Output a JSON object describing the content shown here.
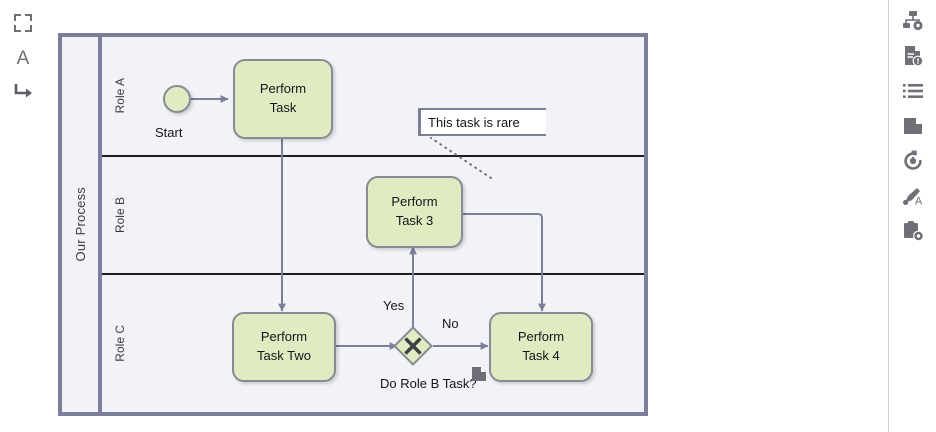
{
  "toolbar_left": {
    "items": [
      {
        "name": "fit-to-screen-icon",
        "label": "Fit to screen"
      },
      {
        "name": "text-tool-icon",
        "label": "Text"
      },
      {
        "name": "connector-tool-icon",
        "label": "Connector"
      }
    ]
  },
  "toolbar_right": {
    "items": [
      {
        "name": "process-settings-icon",
        "label": "Process settings"
      },
      {
        "name": "document-info-icon",
        "label": "Document info"
      },
      {
        "name": "list-icon",
        "label": "List"
      },
      {
        "name": "page-icon",
        "label": "Page"
      },
      {
        "name": "history-icon",
        "label": "History"
      },
      {
        "name": "annotate-icon",
        "label": "Annotate"
      },
      {
        "name": "clipboard-settings-icon",
        "label": "Clipboard settings"
      }
    ]
  },
  "diagram": {
    "type": "bpmn",
    "pool": {
      "name": "Our Process"
    },
    "lanes": [
      {
        "name": "Role A"
      },
      {
        "name": "Role B"
      },
      {
        "name": "Role C"
      }
    ],
    "nodes": [
      {
        "id": "start",
        "type": "start-event",
        "label": "Start",
        "lane": "Role A"
      },
      {
        "id": "task1",
        "type": "task",
        "line1": "Perform",
        "line2": "Task",
        "lane": "Role A"
      },
      {
        "id": "task3",
        "type": "task",
        "line1": "Perform",
        "line2": "Task 3",
        "lane": "Role B"
      },
      {
        "id": "task2",
        "type": "task",
        "line1": "Perform",
        "line2": "Task Two",
        "lane": "Role C"
      },
      {
        "id": "task4",
        "type": "task",
        "line1": "Perform",
        "line2": "Task 4",
        "lane": "Role C"
      },
      {
        "id": "gateway",
        "type": "exclusive-gateway",
        "label": "Do Role B Task?",
        "lane": "Role C"
      }
    ],
    "flows": [
      {
        "from": "start",
        "to": "task1",
        "label": ""
      },
      {
        "from": "task1",
        "to": "task2",
        "label": ""
      },
      {
        "from": "task2",
        "to": "gateway",
        "label": ""
      },
      {
        "from": "gateway",
        "to": "task3",
        "label": "Yes"
      },
      {
        "from": "gateway",
        "to": "task4",
        "label": "No"
      },
      {
        "from": "task3",
        "to": "task4",
        "label": ""
      }
    ],
    "annotations": [
      {
        "id": "note1",
        "text": "This task is rare",
        "attached_to": "task3"
      }
    ],
    "labels": {
      "yes": "Yes",
      "no": "No",
      "gateway_question": "Do Role B Task?",
      "start": "Start"
    },
    "colors": {
      "shape_fill": "#dfecc2",
      "shape_stroke": "#8a8a94",
      "pool_border": "#7b7f99",
      "lane_background": "#f2f3f8",
      "lane_divider": "#1d1d21",
      "connector": "#7b7f99",
      "canvas": "#ffffff"
    }
  }
}
